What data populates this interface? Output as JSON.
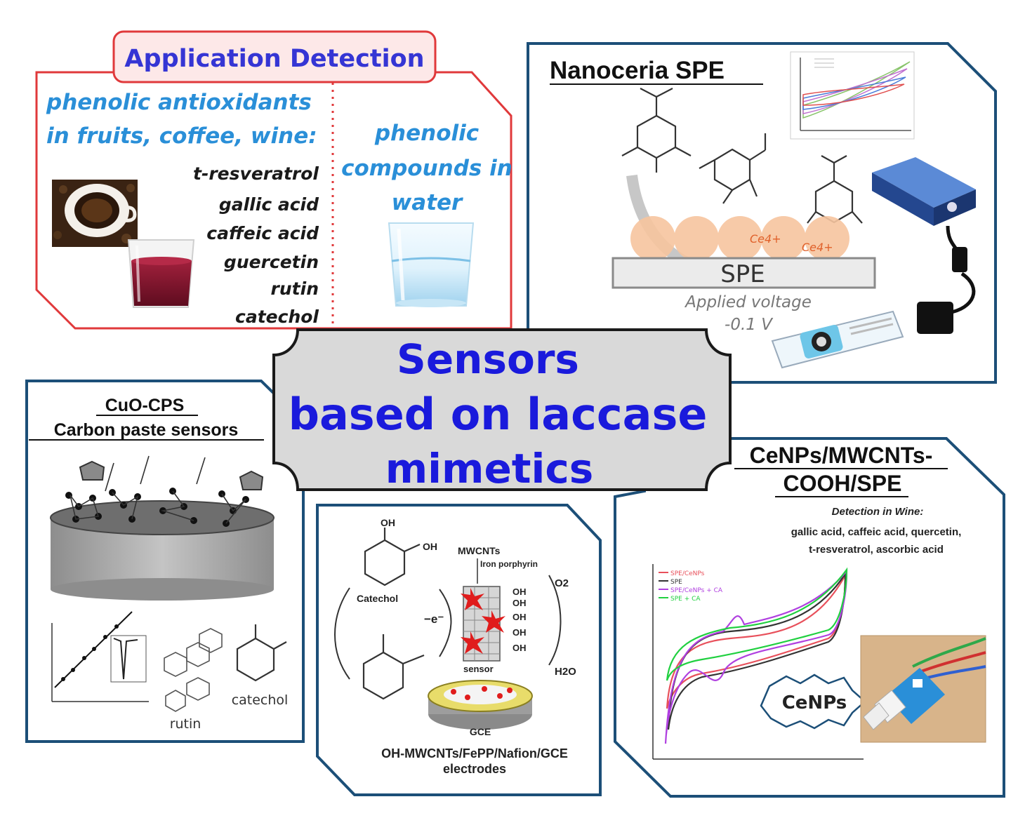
{
  "colors": {
    "panel_border": "#1c4f78",
    "app_border": "#e0393b",
    "app_title": "#3535d4",
    "blue_italic": "#2a8fd8",
    "central_text": "#1a1adc",
    "central_fill": "#d9d9d9"
  },
  "application": {
    "title": "Application Detection",
    "left_heading_1": "phenolic antioxidants",
    "left_heading_2": "in fruits,  coffee, wine:",
    "compounds": [
      "t-resveratrol",
      "gallic acid",
      "caffeic acid",
      "guercetin",
      "rutin",
      "catechol"
    ],
    "right_heading_1": "phenolic",
    "right_heading_2": "compounds in",
    "right_heading_3": "water"
  },
  "nanoceria": {
    "title": "Nanoceria SPE",
    "electrode_label": "SPE",
    "voltage_1": "Applied voltage",
    "voltage_2": "-0.1 V",
    "ce_label_1": "Ce4+",
    "ce_label_2": "Ce4+"
  },
  "central": {
    "line1": "Sensors",
    "line2": "based on laccase",
    "line3": "mimetics"
  },
  "cuo": {
    "title_1": "CuO-CPS",
    "title_2": "Carbon  paste sensors",
    "label_rutin": "rutin",
    "label_catechol": "catechol"
  },
  "mwcnt": {
    "label_oh_top": "OH",
    "label_oh_side": "OH",
    "label_catechol": "Catechol",
    "label_mwcnts": "MWCNTs",
    "label_porphyrin": "Iron porphyrin",
    "label_o2": "O2",
    "label_h2o": "H2O",
    "label_electron": "−e⁻",
    "label_sensor": "sensor",
    "label_gce": "GCE",
    "oh_groups": [
      "OH",
      "OH",
      "OH",
      "OH",
      "OH"
    ],
    "caption_1": "OH-MWCNTs/FePP/Nafion/GCE",
    "caption_2": "electrodes"
  },
  "cenps": {
    "title_1": "CeNPs/MWCNTs-",
    "title_2": "COOH/SPE",
    "detection_1": "Detection  in Wine:",
    "detection_2": "gallic acid, caffeic acid, quercetin,",
    "detection_3": "t-resveratrol,    ascorbic acid",
    "badge": "CeNPs",
    "legend": [
      "SPE/CeNPs",
      "SPE",
      "SPE/CeNPs + CA",
      "SPE + CA"
    ],
    "legend_colors": [
      "#e8505b",
      "#333333",
      "#b040e0",
      "#20d040"
    ]
  }
}
